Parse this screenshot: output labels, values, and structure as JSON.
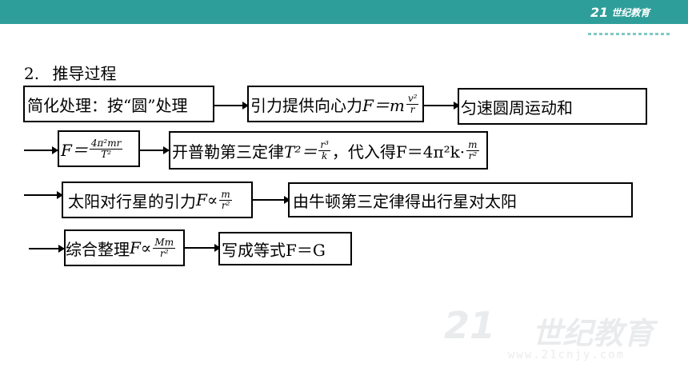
{
  "header": {
    "logo_mark": "21",
    "logo_text": "世纪教育"
  },
  "section": {
    "number": "2.",
    "title": "推导过程"
  },
  "row1": {
    "box1": "简化处理：按“圆”处理",
    "box2_prefix": "引力提供向心力",
    "box2_eq": "F＝m",
    "box2_num": "v²",
    "box2_den": "r",
    "box3": "匀速圆周运动和"
  },
  "row2": {
    "box1_eq": "F＝",
    "box1_num": "4π²mr",
    "box1_den": "T²",
    "box2_prefix": "开普勒第三定律",
    "box2_eq": "T²＝",
    "box2_num": "r³",
    "box2_den": "k",
    "box2_mid": "，代入得F＝4π²k·",
    "box2_num2": "m",
    "box2_den2": "r²"
  },
  "row3": {
    "box1_prefix": "太阳对行星的引力",
    "box1_eq": "F∝",
    "box1_num": "m",
    "box1_den": "r²",
    "box2": "由牛顿第三定律得出行星对太阳"
  },
  "row4": {
    "box1_prefix": "综合整理",
    "box1_eq": "F∝",
    "box1_num": "Mm",
    "box1_den": "r²",
    "box2": "写成等式F＝G"
  },
  "watermark": {
    "mark": "21",
    "text": "世纪教育",
    "url": "www.21cnjy.com"
  }
}
